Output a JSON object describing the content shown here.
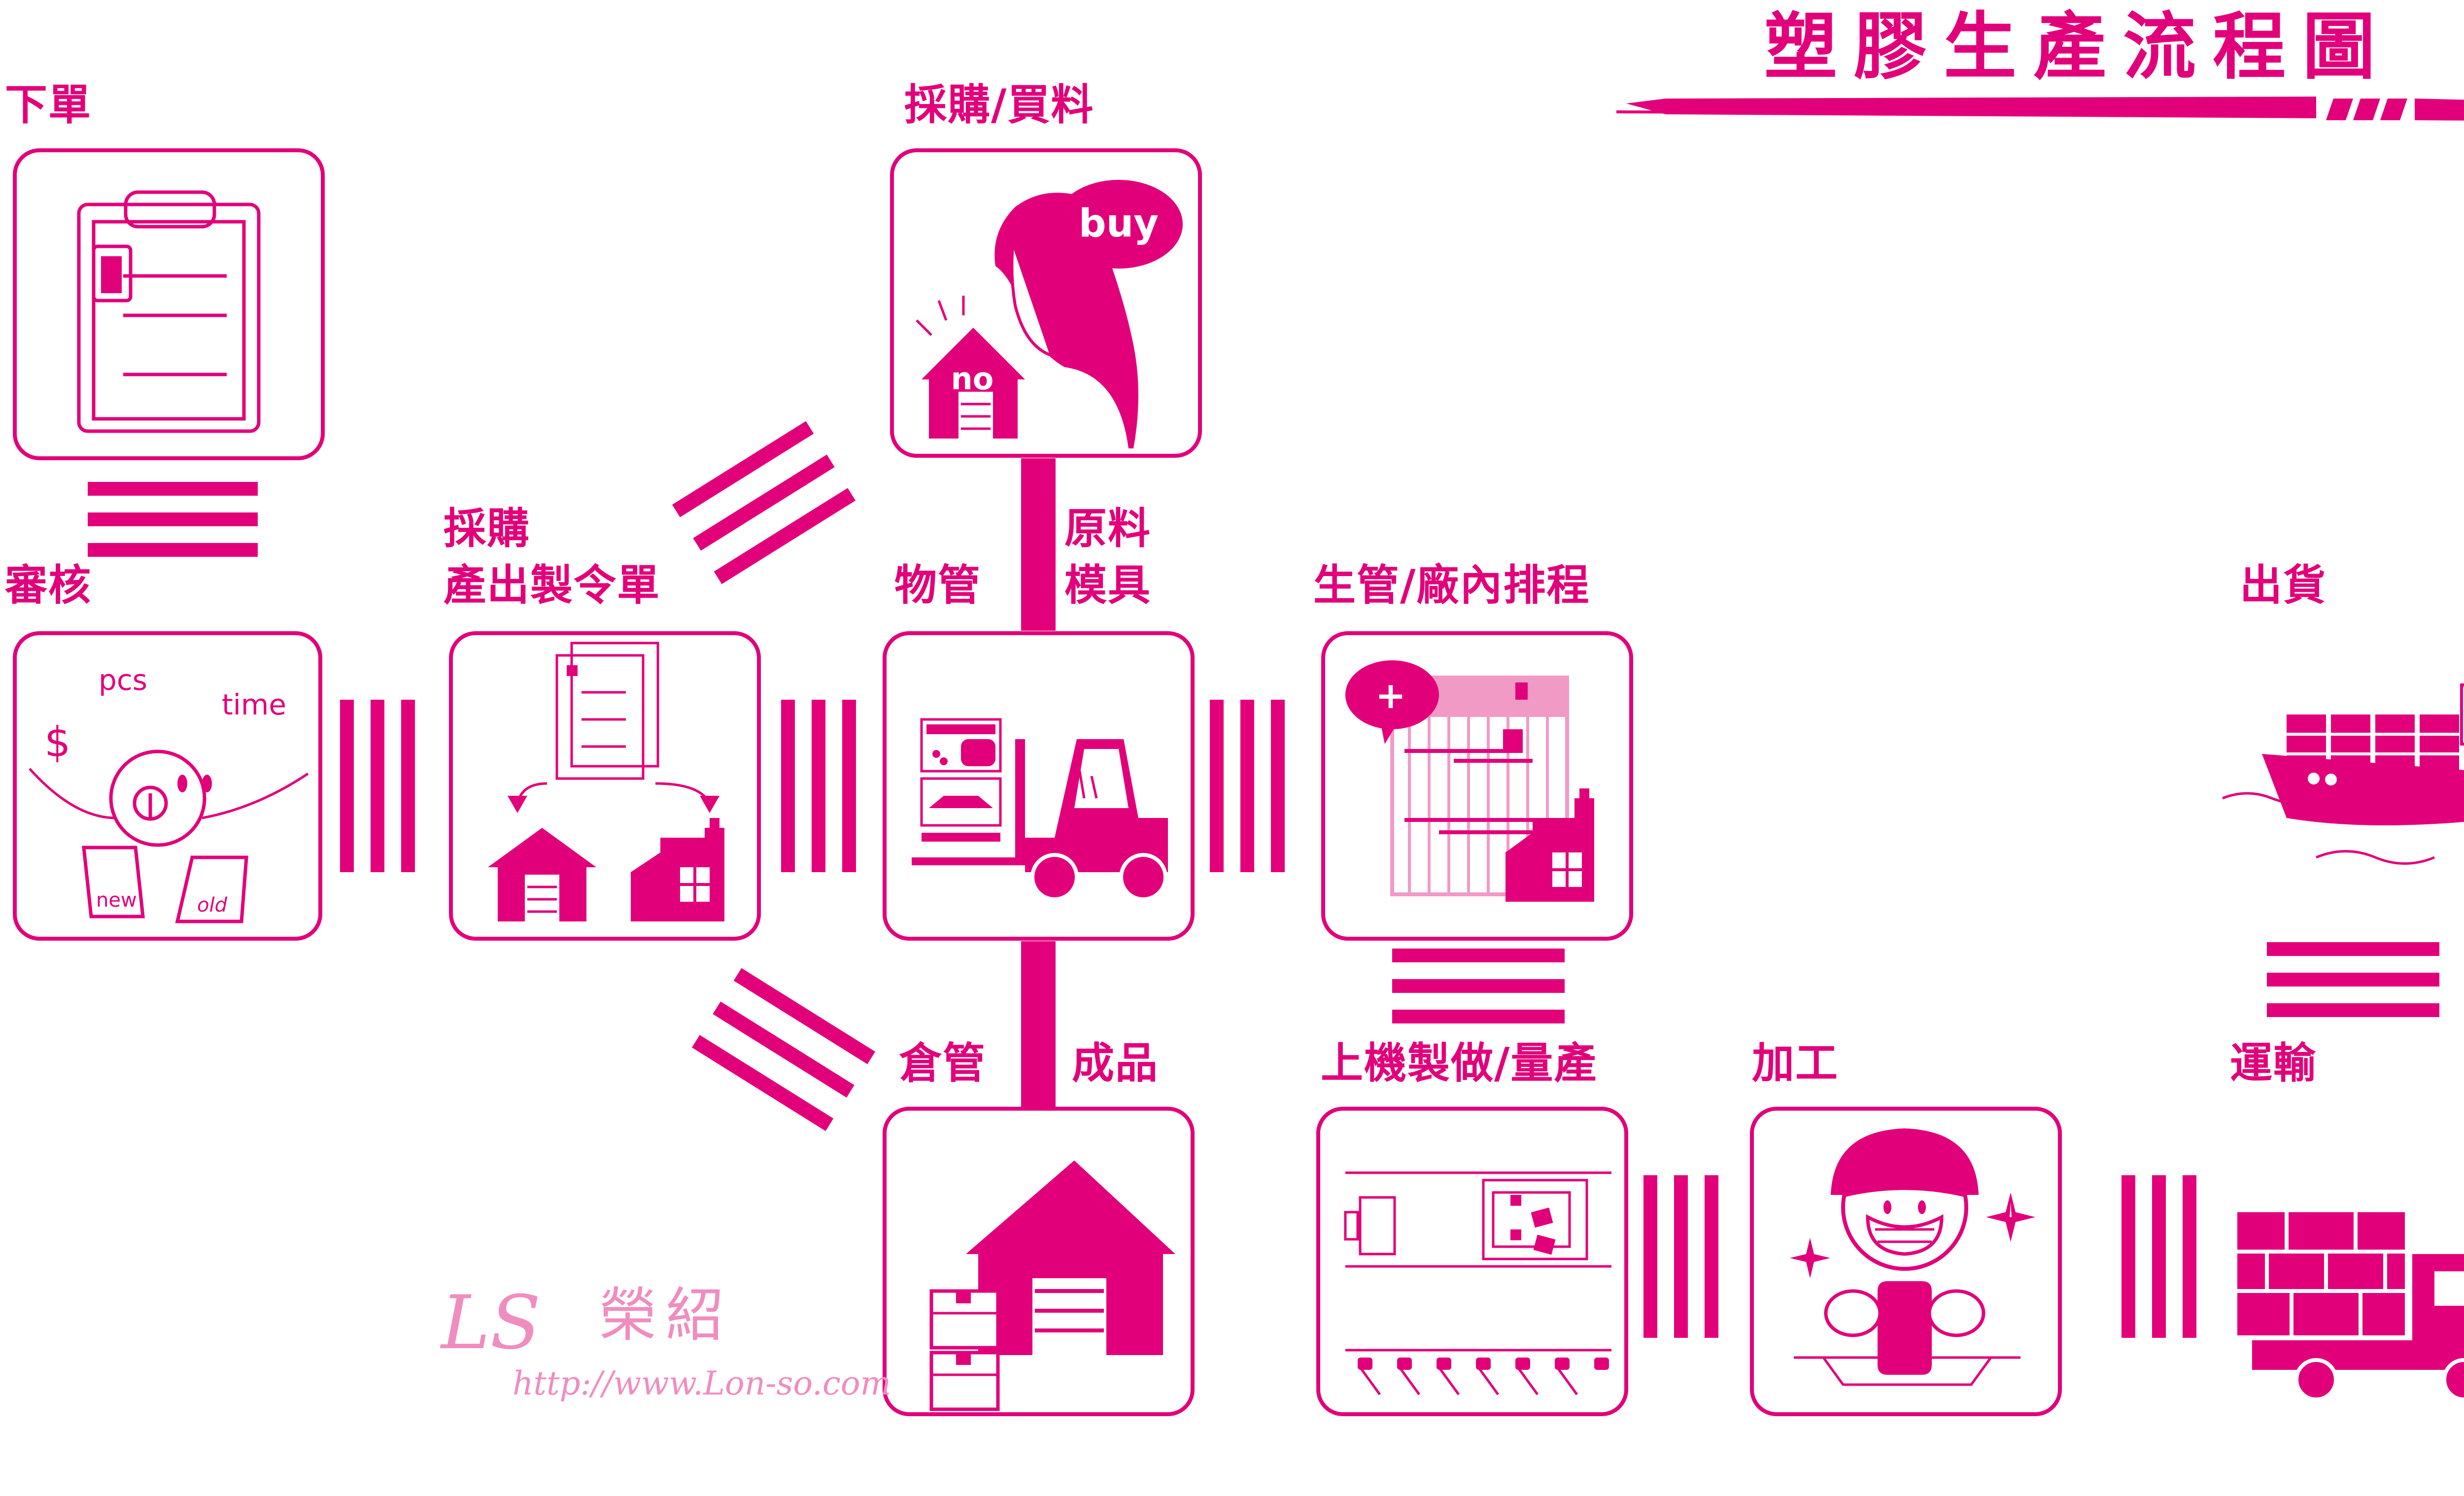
{
  "title": "塑膠生產流程圖",
  "accent_color": "#e2007a",
  "steps": {
    "order": "下單",
    "review": "審核",
    "production_order_line1": "採購",
    "production_order_line2": "產出製令單",
    "purchase": "採購/買料",
    "materials_line1": "原料",
    "materials_line2": "模具",
    "material_mgmt": "物管",
    "scheduling": "生管/廠內排程",
    "warehouse_mgmt": "倉管",
    "finished_goods": "成品",
    "mass_production": "上機製做/量產",
    "processing": "加工",
    "transport": "運輸",
    "shipping": "出貨"
  },
  "icon_text": {
    "buy": "buy",
    "no": "no",
    "pcs": "pcs",
    "time": "time",
    "dollar": "$",
    "new": "new",
    "old": "old",
    "plus": "+"
  },
  "watermark": {
    "logo_letters": "LS",
    "name": "榮紹",
    "url": "http://www.Lon-so.com"
  },
  "icons": [
    "clipboard-icon",
    "review-person-icon",
    "order-split-icon",
    "shopper-icon",
    "forklift-icon",
    "schedule-board-icon",
    "warehouse-icon",
    "injection-machine-icon",
    "worker-icon",
    "truck-icon",
    "cargo-ship-icon"
  ]
}
